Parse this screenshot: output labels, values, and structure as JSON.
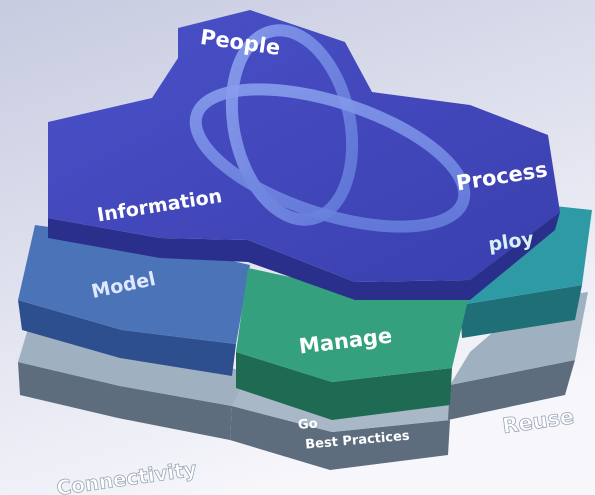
{
  "top_layer": {
    "people": "People",
    "information": "Information",
    "process": "Process"
  },
  "middle_layer": {
    "model": "Model",
    "manage": "Manage",
    "deploy": "ploy"
  },
  "bottom_layer": {
    "connectivity": "Connectivity",
    "governance": "Go",
    "best_practices": "Best Practices",
    "reuse": "Reuse"
  },
  "colors": {
    "background_top": "#c7cbe0",
    "background_bottom": "#f6f6fb",
    "top_face": "#3f45b8",
    "top_side": "#2b2f8c",
    "model_face": "#4b73b8",
    "model_side": "#2e4f8e",
    "manage_face": "#34a07e",
    "manage_side": "#1f6a52",
    "deploy_face": "#2e9aa6",
    "deploy_side": "#1f6f77",
    "base_face": "#9fb0c0",
    "base_side": "#5d6d7e",
    "ring": "#6f86e6"
  }
}
